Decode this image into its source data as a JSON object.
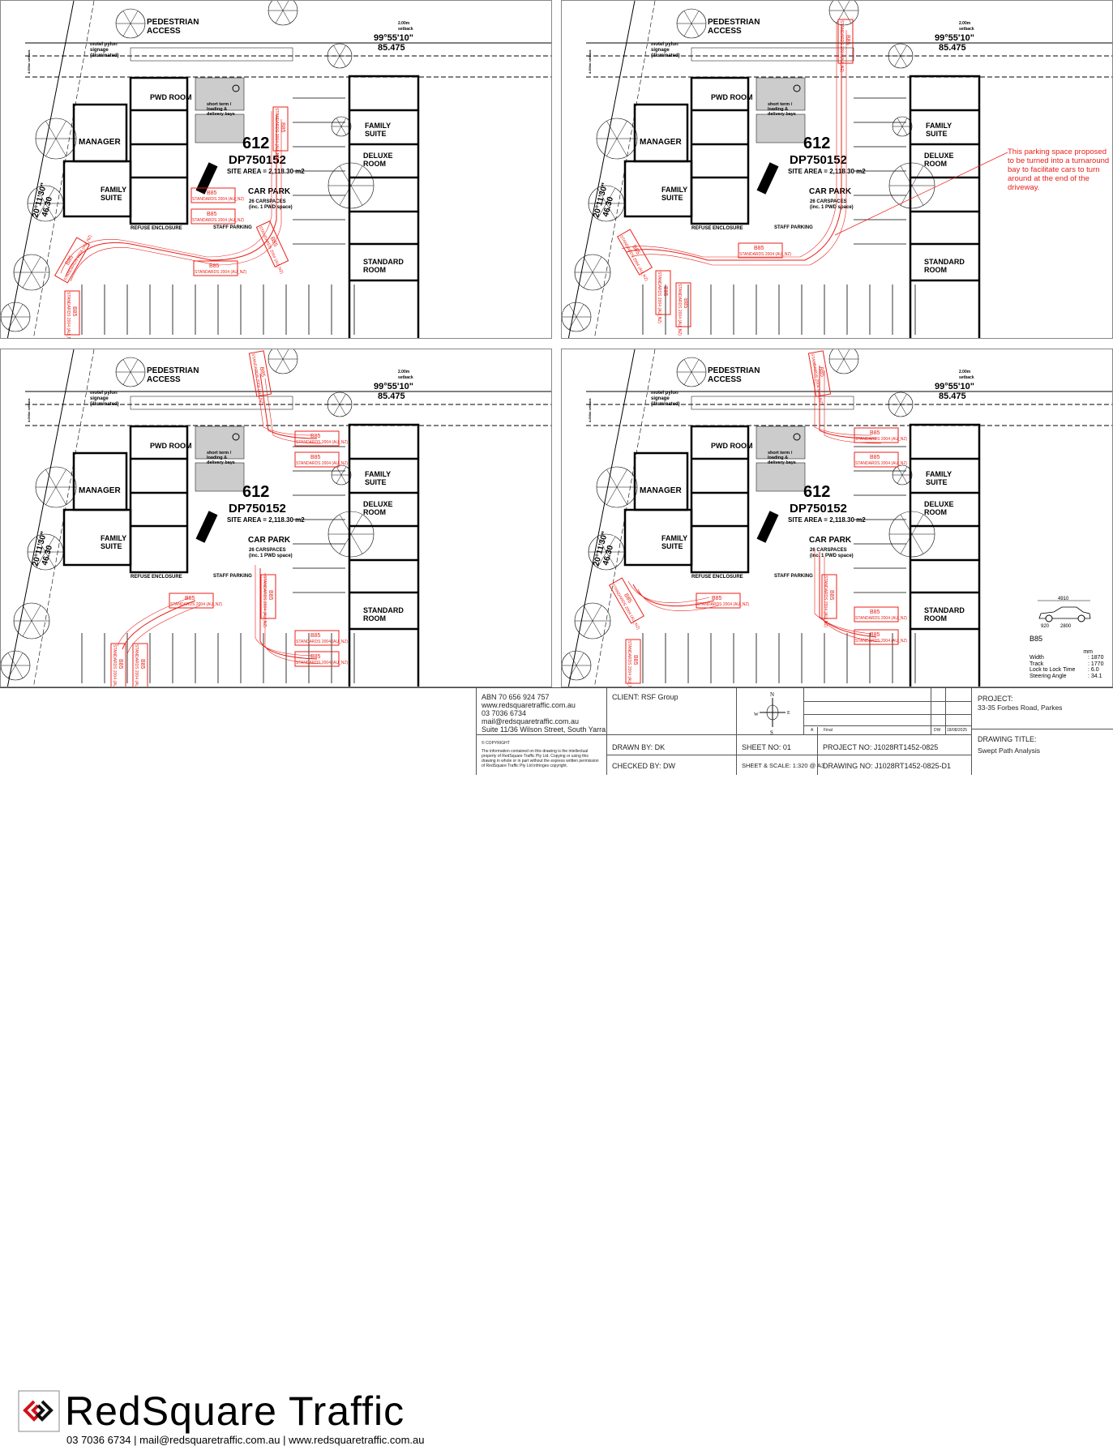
{
  "plan_labels": {
    "pedestrian_access_1": "PEDESTRIAN",
    "pedestrian_access_2": "ACCESS",
    "motel_pylon_1": "motel pylon",
    "motel_pylon_2": "signage",
    "motel_pylon_3": "(illuminated)",
    "bearing_top": "99°55'10\"",
    "dist_top": "85.475",
    "bearing_left": "20°11'30\"",
    "dist_left": "46.30",
    "setback_top": "2.00m",
    "setback_top_2": "setback",
    "setback_left": "4.000m setback",
    "pwd_room": "PWD ROOM",
    "manager": "MANAGER",
    "family_suite_1": "FAMILY",
    "family_suite_2": "SUITE",
    "deluxe_room_1": "DELUXE",
    "deluxe_room_2": "ROOM",
    "standard_room_1": "STANDARD",
    "standard_room_2": "ROOM",
    "short_term_1": "short term /",
    "short_term_2": "loading &",
    "short_term_3": "delivery bays",
    "lot": "612",
    "dp": "DP750152",
    "site_area": "SITE AREA = 2,118.30 m2",
    "car_park": "CAR PARK",
    "carspaces_1": "26 CARSPACES",
    "carspaces_2": "(inc. 1 PWD space)",
    "refuse": "REFUSE ENCLOSURE",
    "staff_parking": "STAFF PARKING"
  },
  "vehicle": {
    "label": "B85",
    "standard": "STANDARDS 2004 (AU_NZ)"
  },
  "annotation": "This parking space proposed to be turned into a turnaround bay to facilitate cars to turn around at the end of the driveway.",
  "vehicle_spec": {
    "overall_length": "4910",
    "front_overhang": "920",
    "wheelbase": "2800",
    "name": "B85",
    "unit": "mm",
    "rows": [
      {
        "label": "Width",
        "value": ": 1870"
      },
      {
        "label": "Track",
        "value": ": 1770"
      },
      {
        "label": "Lock to Lock Time",
        "value": ": 6.0"
      },
      {
        "label": "Steering Angle",
        "value": ": 34.1"
      }
    ]
  },
  "brand": {
    "name": "RedSquare Traffic",
    "contact_line": "03 7036 6734  | mail@redsquaretraffic.com.au  |  www.redsquaretraffic.com.au",
    "accent": "#d0121b"
  },
  "company": {
    "abn": "ABN 70 656 924 757",
    "web": "www.redsquaretraffic.com.au",
    "phone": "03 7036 6734",
    "email": "mail@redsquaretraffic.com.au",
    "address": "Suite 11/36 Wilson Street, South Yarra"
  },
  "copyright": {
    "title": "© COPYRIGHT",
    "text": "The information contained on this drawing is the intellectual property of RedSquare Traffic Pty Ltd. Copying or using this drawing in whole or in part without the express written permission of RedSquare Traffic Pty Ltd infringes copyright."
  },
  "client": "CLIENT: RSF Group",
  "drawn_by": "DRAWN BY: DK",
  "checked_by": "CHECKED BY: DW",
  "sheet_no": "SHEET NO: 01",
  "sheet_scale": "SHEET & SCALE: 1:320 @ A3",
  "project_no": "PROJECT NO: J1028RT1452-0825",
  "drawing_no": "DRAWING NO: J1028RT1452-0825-D1",
  "compass": {
    "n": "N",
    "s": "S",
    "e": "E",
    "w": "W"
  },
  "revision": {
    "rev": "A",
    "desc": "Final",
    "by": "DW",
    "date": "18/08/2025"
  },
  "project_label": "PROJECT:",
  "project": "33-35 Forbes Road, Parkes",
  "drawing_title_label": "DRAWING TITLE:",
  "drawing_title": "Swept Path Analysis",
  "colors": {
    "swept_path": "#e8201a",
    "linework": "#000000"
  }
}
